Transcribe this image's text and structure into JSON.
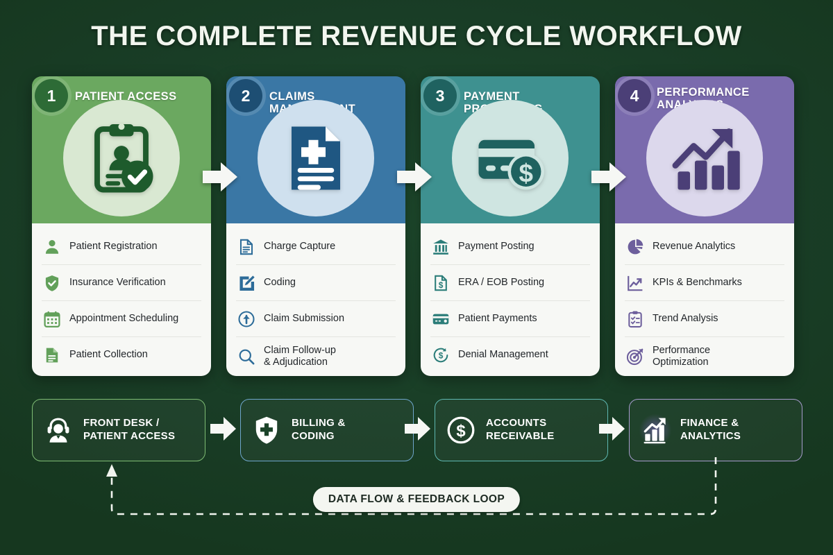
{
  "page": {
    "title": "THE COMPLETE REVENUE CYCLE WORKFLOW",
    "background_color": "#1b4329"
  },
  "stages": [
    {
      "number": "1",
      "title": "PATIENT ACCESS",
      "accent": "#6ba860",
      "accent_dark": "#2d6b36",
      "circle_bg": "#d9e8d2",
      "icon": "clipboard-patient-check-icon",
      "items": [
        {
          "label": "Patient Registration",
          "icon": "user-icon"
        },
        {
          "label": "Insurance Verification",
          "icon": "shield-check-icon"
        },
        {
          "label": "Appointment Scheduling",
          "icon": "calendar-icon"
        },
        {
          "label": "Patient Collection",
          "icon": "document-icon"
        }
      ]
    },
    {
      "number": "2",
      "title": "CLAIMS MANAGEMENT",
      "accent": "#3a77a5",
      "accent_dark": "#1d4e73",
      "circle_bg": "#cfe0ee",
      "icon": "medical-claim-document-icon",
      "items": [
        {
          "label": "Charge Capture",
          "icon": "document-lines-icon"
        },
        {
          "label": "Coding",
          "icon": "edit-pencil-icon"
        },
        {
          "label": "Claim Submission",
          "icon": "upload-arrow-circle-icon"
        },
        {
          "label": "Claim Follow-up\n& Adjudication",
          "icon": "magnifier-icon"
        }
      ]
    },
    {
      "number": "3",
      "title": "PAYMENT PROCESSING",
      "accent": "#3e9190",
      "accent_dark": "#1f6260",
      "circle_bg": "#cfe5e1",
      "icon": "credit-card-dollar-icon",
      "items": [
        {
          "label": "Payment Posting",
          "icon": "bank-icon"
        },
        {
          "label": "ERA / EOB Posting",
          "icon": "dollar-document-icon"
        },
        {
          "label": "Patient Payments",
          "icon": "card-icon"
        },
        {
          "label": "Denial Management",
          "icon": "refresh-dollar-icon"
        }
      ]
    },
    {
      "number": "4",
      "title": "PERFORMANCE ANALYTICS",
      "accent": "#7a6bad",
      "accent_dark": "#4b3f77",
      "circle_bg": "#dcd8ec",
      "icon": "growth-bar-chart-icon",
      "items": [
        {
          "label": "Revenue Analytics",
          "icon": "pie-chart-icon"
        },
        {
          "label": "KPIs & Benchmarks",
          "icon": "line-chart-icon"
        },
        {
          "label": "Trend Analysis",
          "icon": "checklist-clipboard-icon"
        },
        {
          "label": "Performance\nOptimization",
          "icon": "target-arrow-icon"
        }
      ]
    }
  ],
  "departments": [
    {
      "label": "FRONT DESK /\nPATIENT ACCESS",
      "icon": "headset-agent-icon",
      "border_color": "#7fbd74"
    },
    {
      "label": "BILLING &\nCODING",
      "icon": "shield-cross-icon",
      "border_color": "#6fa6cc"
    },
    {
      "label": "ACCOUNTS\nRECEIVABLE",
      "icon": "dollar-circle-icon",
      "border_color": "#5fb8b2"
    },
    {
      "label": "FINANCE &\nANALYTICS",
      "icon": "bar-chart-arrow-icon",
      "border_color": "#a79ccd"
    }
  ],
  "feedback_loop": {
    "label": "DATA FLOW & FEEDBACK LOOP",
    "style": "dashed",
    "direction": "right-to-left"
  }
}
